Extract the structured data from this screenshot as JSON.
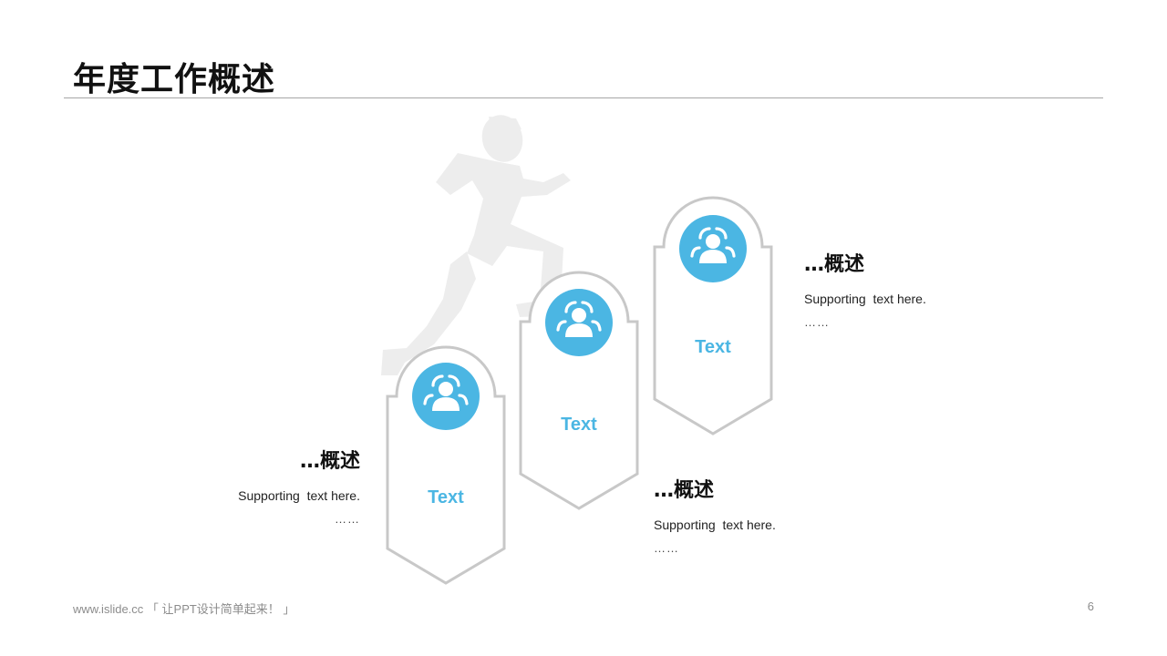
{
  "slide": {
    "title": "年度工作概述",
    "page_number": "6",
    "footer": "www.islide.cc 「 让PPT设计简单起来！ 」"
  },
  "colors": {
    "accent": "#4bb6e3",
    "card_outline": "#c8c8c8",
    "runner_silhouette": "#ededed",
    "rule": "#a6a6a6"
  },
  "icons": {
    "card_icon": "user-group-icon",
    "background": "runner-silhouette"
  },
  "steps": [
    {
      "card_label": "Text",
      "heading": "…概述",
      "supporting": "Supporting  text here.",
      "dots": "……"
    },
    {
      "card_label": "Text",
      "heading": "…概述",
      "supporting": "Supporting  text here.",
      "dots": "……"
    },
    {
      "card_label": "Text",
      "heading": "…概述",
      "supporting": "Supporting  text here.",
      "dots": "……"
    }
  ]
}
